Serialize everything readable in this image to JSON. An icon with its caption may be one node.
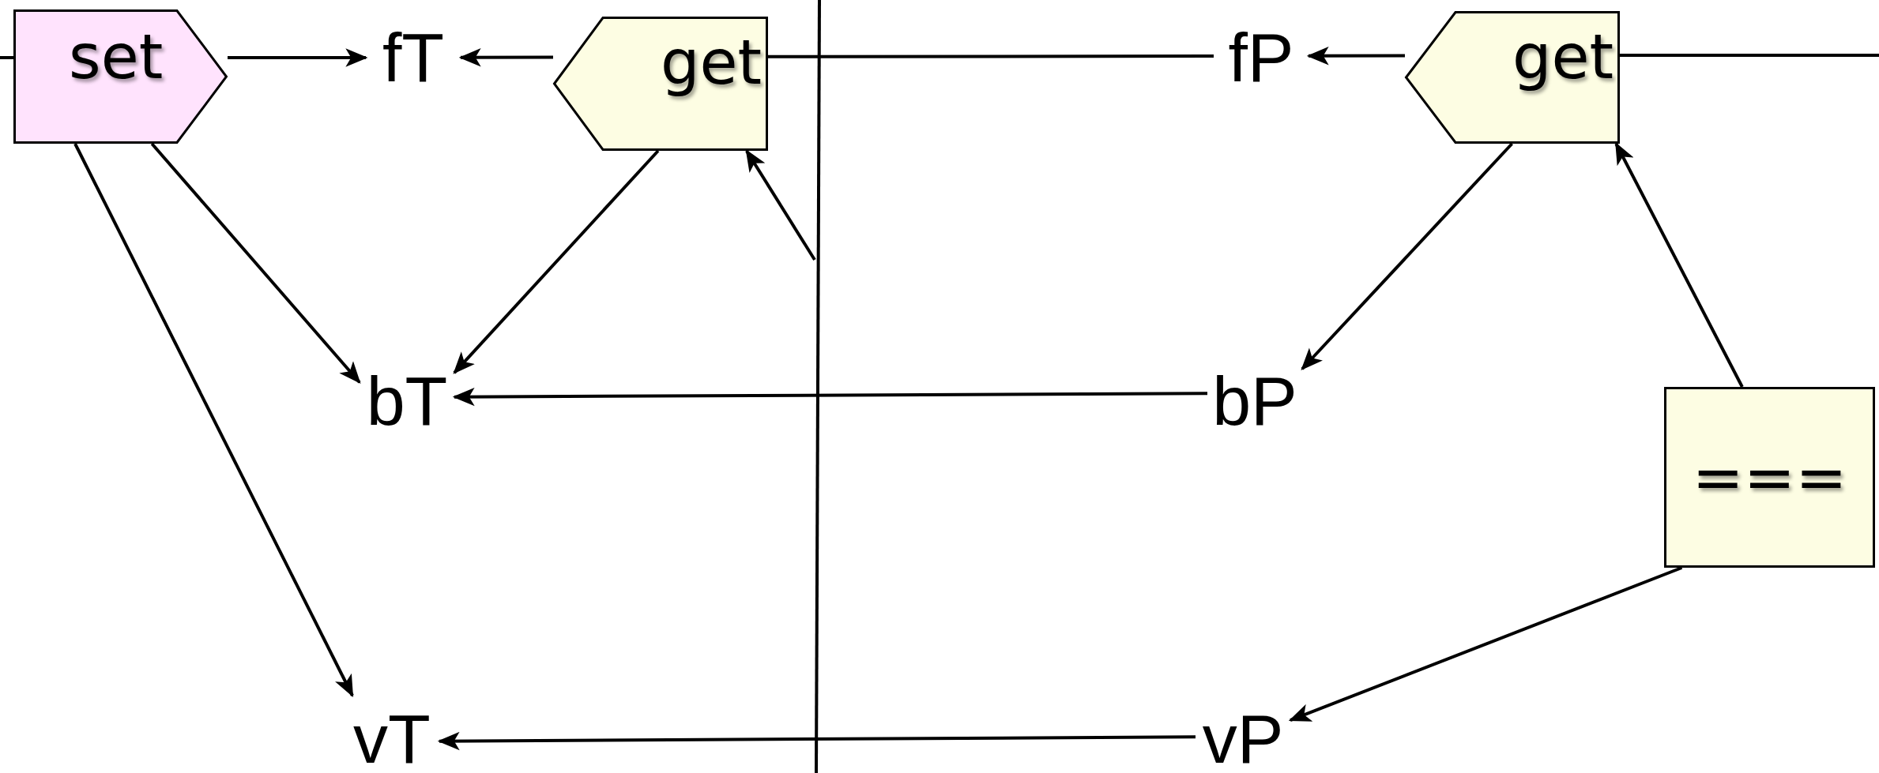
{
  "diagram": {
    "nodes": [
      {
        "text": [
          "set"
        ]
      },
      {
        "text": [
          "fT"
        ]
      },
      {
        "text": [
          "get"
        ]
      },
      {
        "text": [
          "fP"
        ]
      },
      {
        "text": [
          "get"
        ]
      },
      {
        "text": [
          "bT"
        ]
      },
      {
        "text": [
          "bP"
        ]
      },
      {
        "text": [
          "==="
        ]
      },
      {
        "text": [
          "vT"
        ]
      },
      {
        "text": [
          "vP"
        ]
      }
    ],
    "edges": [
      {
        "from": null,
        "to": 0,
        "arrow": "none"
      },
      {
        "from": 0,
        "to": 1,
        "arrow": "to"
      },
      {
        "from": 3,
        "to": 2,
        "arrow": "none"
      },
      {
        "from": 2,
        "to": 1,
        "arrow": "to"
      },
      {
        "from": null,
        "to": 4,
        "arrow": "none"
      },
      {
        "from": 4,
        "to": 3,
        "arrow": "to"
      },
      {
        "from": 0,
        "to": 5,
        "arrow": "to"
      },
      {
        "from": 0,
        "to": 8,
        "arrow": "to"
      },
      {
        "from": 2,
        "to": 5,
        "arrow": "to"
      },
      {
        "from": null,
        "to": 2,
        "arrow": "to"
      },
      {
        "from": 4,
        "to": 6,
        "arrow": "to"
      },
      {
        "from": 7,
        "to": 4,
        "arrow": "to"
      },
      {
        "from": 7,
        "to": 9,
        "arrow": "to"
      },
      {
        "from": 6,
        "to": 5,
        "arrow": "to"
      },
      {
        "from": 9,
        "to": 8,
        "arrow": "to"
      }
    ]
  }
}
